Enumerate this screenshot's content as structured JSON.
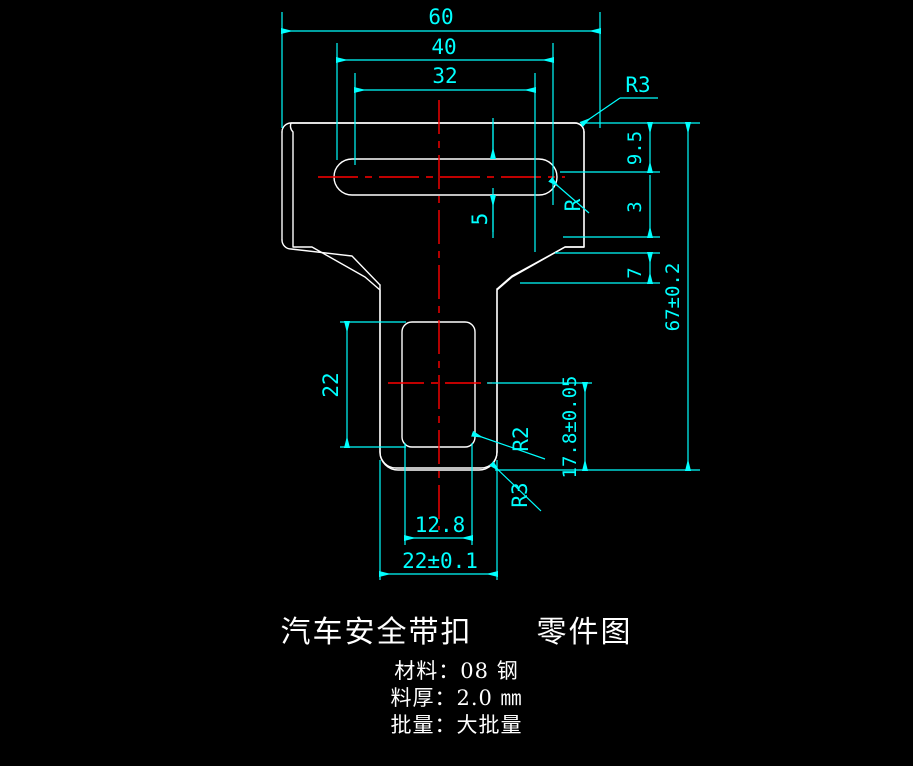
{
  "drawing": {
    "kind": "engineering-part-drawing",
    "background_color": "#000000",
    "colors": {
      "outline": "#ffffff",
      "dimension": "#00ffff",
      "centerline": "#ff0000",
      "text": "#ffffff"
    },
    "dimensions": {
      "overall_width": "60",
      "upper_width_inner": "40",
      "slot_length_dim": "32",
      "slot_height": "5",
      "slot_radius": "R",
      "top_corner_radius": "R3",
      "top_to_slot_center": "9.5",
      "slot_center_to_shoulder": "3",
      "shoulder_height": "7",
      "overall_height": "67±0.2",
      "window_height": "22",
      "window_center_to_bottom": "17.8±0.05",
      "window_width_inner": "12.8",
      "shank_width": "22±0.1",
      "window_corner_radius_upper": "R2",
      "window_corner_radius_lower": "R3"
    }
  },
  "title_block": {
    "title": "汽车安全带扣　　零件图",
    "specs": [
      "材料：08 钢",
      "料厚：2.0 ㎜",
      "批量：大批量"
    ],
    "material_label": "材料：",
    "material_value": "08 钢",
    "thickness_label": "料厚：",
    "thickness_value": "2.0 ㎜",
    "batch_label": "批量：",
    "batch_value": "大批量"
  }
}
